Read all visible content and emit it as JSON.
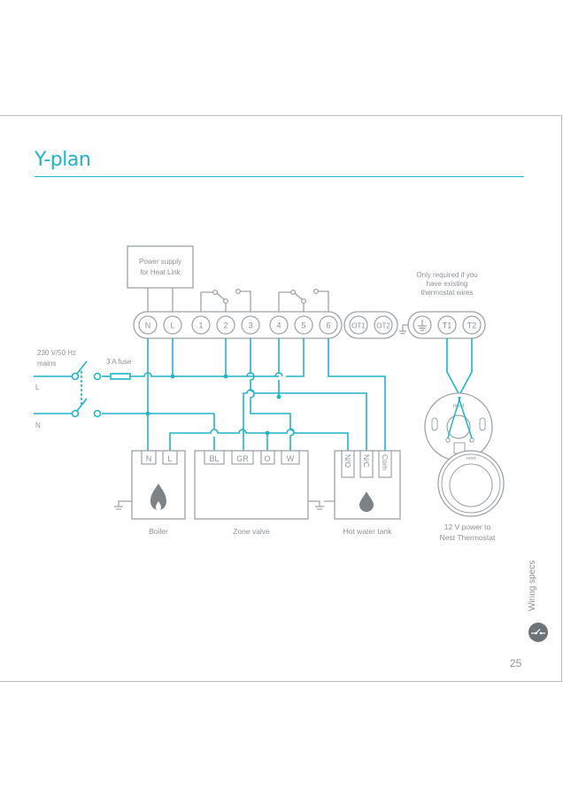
{
  "page": {
    "title": "Y-plan",
    "section_label": "Wiring specs",
    "section_icon": "wiring-switch-icon",
    "page_number": "25",
    "accent_color": "#1fb4c8",
    "line_color": "#9ea3a8",
    "text_color": "#8c9196"
  },
  "diagram": {
    "power_supply_label_line1": "Power supply",
    "power_supply_label_line2": "for Heat Link",
    "mains_label_line1": "230 V/50 Hz",
    "mains_label_line2": "mains",
    "fuse_label": "3 A fuse",
    "live_label": "L",
    "neutral_label": "N",
    "heat_link_terminals": [
      "N",
      "L",
      "1",
      "2",
      "3",
      "4",
      "5",
      "6"
    ],
    "opentherm_terminals": [
      "OT1",
      "OT2"
    ],
    "thermostat_terminals": [
      "T1",
      "T2"
    ],
    "ground_icon": "ground-icon",
    "thermostat_note_line1": "Only required if you",
    "thermostat_note_line2": "have existing",
    "thermostat_note_line3": "thermostat wires",
    "boiler": {
      "label": "Boiler",
      "terminals": [
        "N",
        "L"
      ],
      "icon": "flame-icon"
    },
    "zone_valve": {
      "label": "Zone valve",
      "terminals": [
        "BL",
        "GR",
        "O",
        "W"
      ]
    },
    "hot_water_tank": {
      "label": "Hot water tank",
      "terminals": [
        "N/O",
        "N/C",
        "Com"
      ],
      "icon": "water-drop-icon"
    },
    "nest_base_brand": "nest",
    "nest_display_brand": "nest",
    "nest_caption_line1": "12 V power to",
    "nest_caption_line2": "Nest Thermostat"
  }
}
